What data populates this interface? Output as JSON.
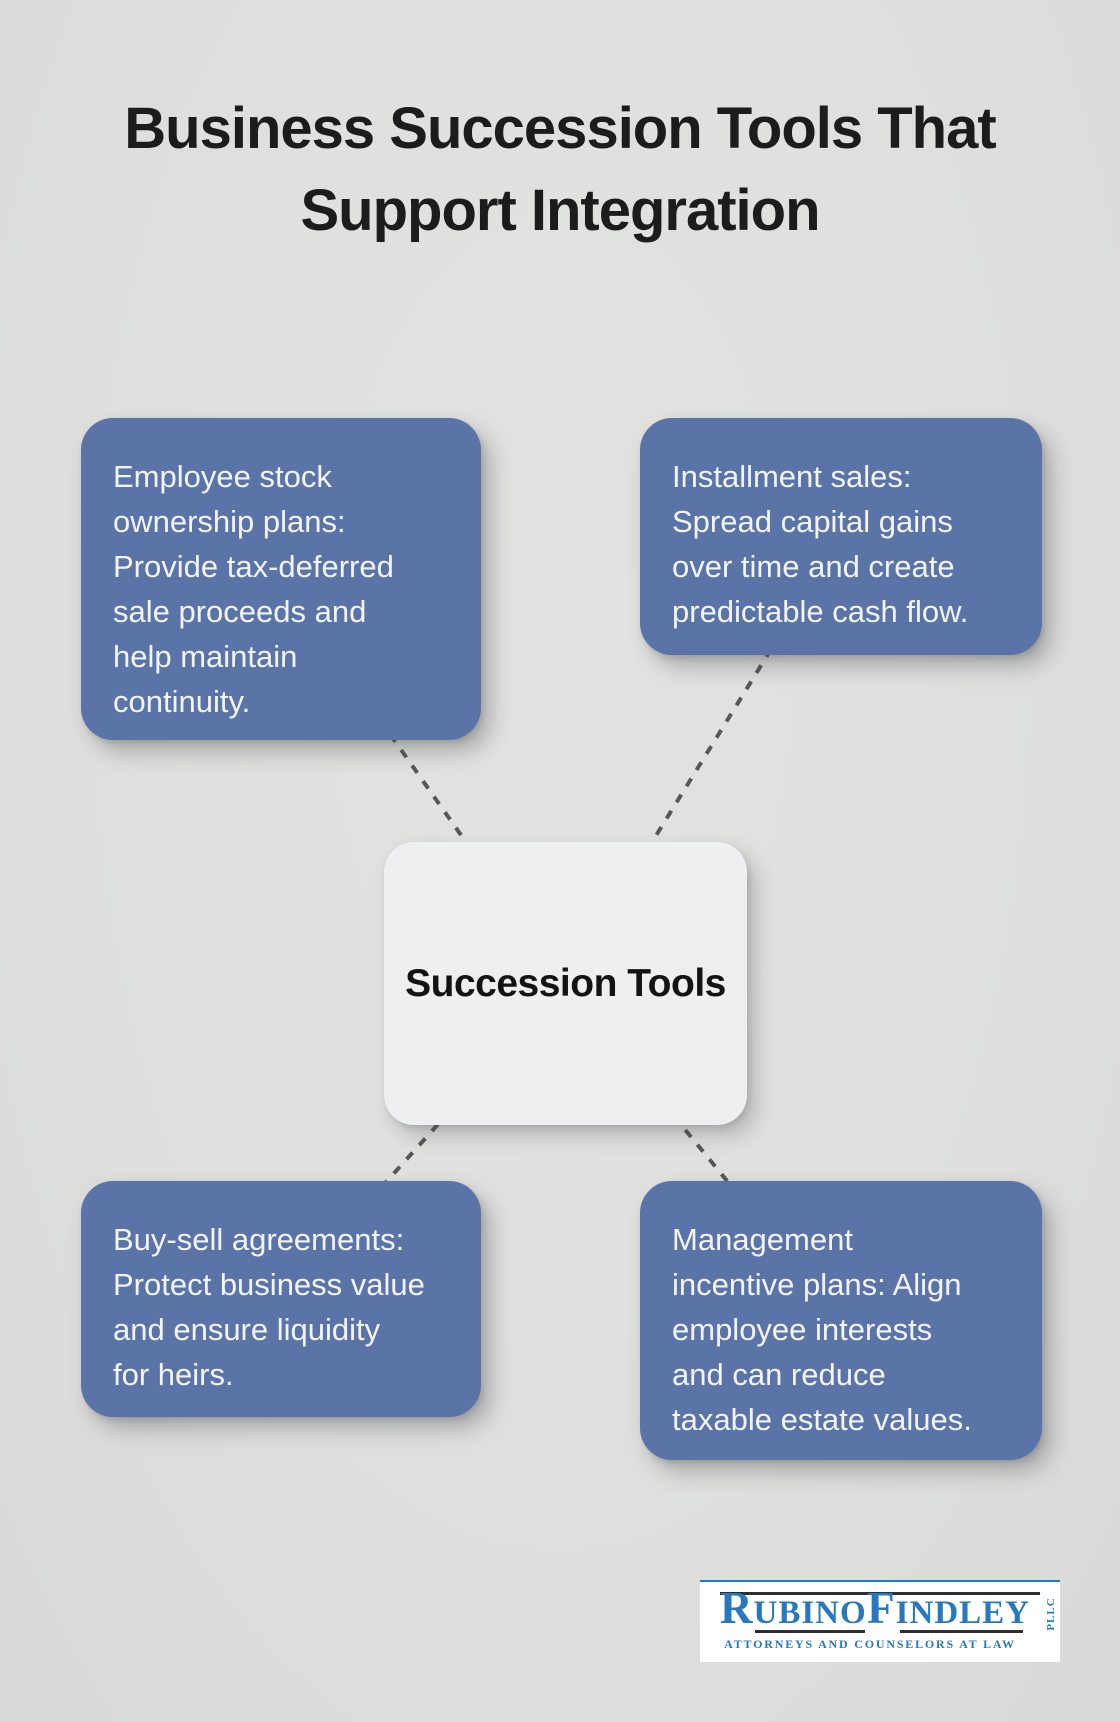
{
  "title": {
    "lines": "Business Succession Tools That\nSupport Integration"
  },
  "center_node": {
    "label": "Succession Tools"
  },
  "nodes": [
    {
      "id": "employee-stock-ownership-plans",
      "text": "Employee stock\nownership plans:\nProvide tax-deferred\nsale proceeds and\nhelp maintain\ncontinuity."
    },
    {
      "id": "installment-sales",
      "text": "Installment sales:\nSpread capital gains\nover time and create\npredictable cash flow."
    },
    {
      "id": "buy-sell-agreements",
      "text": "Buy-sell agreements:\nProtect business value\nand ensure liquidity\nfor heirs."
    },
    {
      "id": "management-incentive-plans",
      "text": "Management\nincentive plans: Align\nemployee interests\nand can reduce\ntaxable estate values."
    }
  ],
  "logo": {
    "word1_initial": "R",
    "word1_rest": "UBINO",
    "word2_initial": "F",
    "word2_rest": "INDLEY",
    "suffix": "PLLC",
    "tagline": "ATTORNEYS AND COUNSELORS AT LAW"
  },
  "colors": {
    "background": "#dfe0de",
    "node_blue": "#5a74a8",
    "node_text": "#f2f4f8",
    "center_node_bg": "#eeeff1",
    "connector_dash": "#57575a",
    "title_text": "#1c1c1c",
    "logo_blue": "#2878be",
    "logo_rule_dark": "#2e2e2e"
  }
}
